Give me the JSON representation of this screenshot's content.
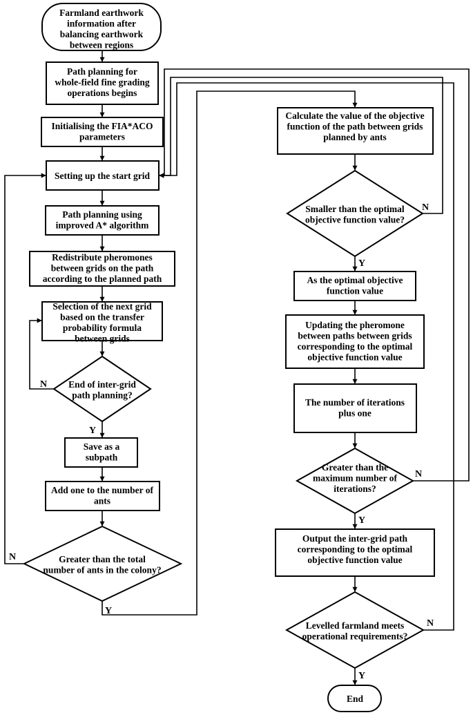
{
  "nodes": {
    "start": [
      "Farmland earthwork",
      "information after",
      "balancing earthwork",
      "between regions"
    ],
    "path_begin": [
      "Path planning for",
      "whole-field fine grading",
      "operations begins"
    ],
    "init": [
      "Initialising the FIA*ACO",
      "parameters"
    ],
    "start_grid": [
      "Setting up the start grid"
    ],
    "astar": [
      "Path planning using",
      "improved A* algorithm"
    ],
    "redistribute": [
      "Redistribute pheromones",
      "between grids on the path",
      "according to the planned path"
    ],
    "next_grid": [
      "Selection of the next grid",
      "based on the transfer",
      "probability formula",
      "between grids"
    ],
    "end_inter": [
      "End of inter-grid",
      "path planning?"
    ],
    "save": [
      "Save as a",
      "subpath"
    ],
    "add_ant": [
      "Add one to the number of",
      "ants"
    ],
    "greater_ants": [
      "Greater than the total",
      "number of ants in the colony?"
    ],
    "calc": [
      "Calculate the value of the objective",
      "function of the path between grids",
      "planned by ants"
    ],
    "smaller": [
      "Smaller than the optimal",
      "objective function value?"
    ],
    "as_optimal": [
      "As the optimal objective",
      "function value"
    ],
    "update": [
      "Updating the pheromone",
      "between paths between grids",
      "corresponding to the optimal",
      "objective function value"
    ],
    "iter": [
      "The number of iterations",
      "plus one"
    ],
    "greater_iter": [
      "Greater than the",
      "maximum number of",
      "iterations?"
    ],
    "output": [
      "Output the inter-grid path",
      "corresponding to the optimal",
      "objective function value"
    ],
    "levelled": [
      "Levelled farmland meets",
      "operational requirements?"
    ],
    "end": [
      "End"
    ]
  },
  "labels": {
    "yes": "Y",
    "no": "N"
  }
}
